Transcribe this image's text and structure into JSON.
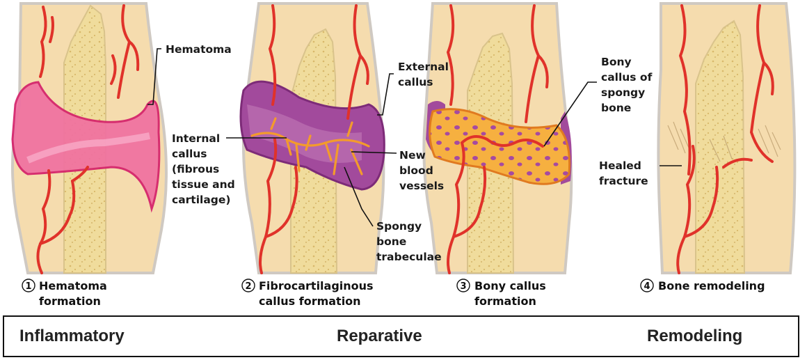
{
  "panels": [
    {
      "number": "1",
      "caption_line1": "Hematoma",
      "caption_line2": "formation"
    },
    {
      "number": "2",
      "caption_line1": "Fibrocartilaginous",
      "caption_line2": "callus formation"
    },
    {
      "number": "3",
      "caption_line1": "Bony callus",
      "caption_line2": "formation"
    },
    {
      "number": "4",
      "caption_line1": "Bone remodeling",
      "caption_line2": ""
    }
  ],
  "labels": {
    "hematoma": "Hematoma",
    "external_callus": [
      "External",
      "callus"
    ],
    "internal_callus": [
      "Internal",
      "callus",
      "(fibrous",
      "tissue and",
      "cartilage)"
    ],
    "new_blood_vessels": [
      "New",
      "blood",
      "vessels"
    ],
    "spongy_bone_trabeculae": [
      "Spongy",
      "bone",
      "trabeculae"
    ],
    "bony_callus": [
      "Bony",
      "callus of",
      "spongy",
      "bone"
    ],
    "healed_fracture": [
      "Healed",
      "fracture"
    ]
  },
  "phases": [
    "Inflammatory",
    "Reparative",
    "Remodeling"
  ],
  "colors": {
    "tissue": "#f5dcae",
    "bone": "#f0dc9c",
    "bone_speckle": "#d8b86a",
    "vessel": "#e0322a",
    "hematoma": "#f070a0",
    "purple_callus": "#a24a9c",
    "bony_callus": "#f6b040",
    "outline": "#cfc9c2"
  }
}
